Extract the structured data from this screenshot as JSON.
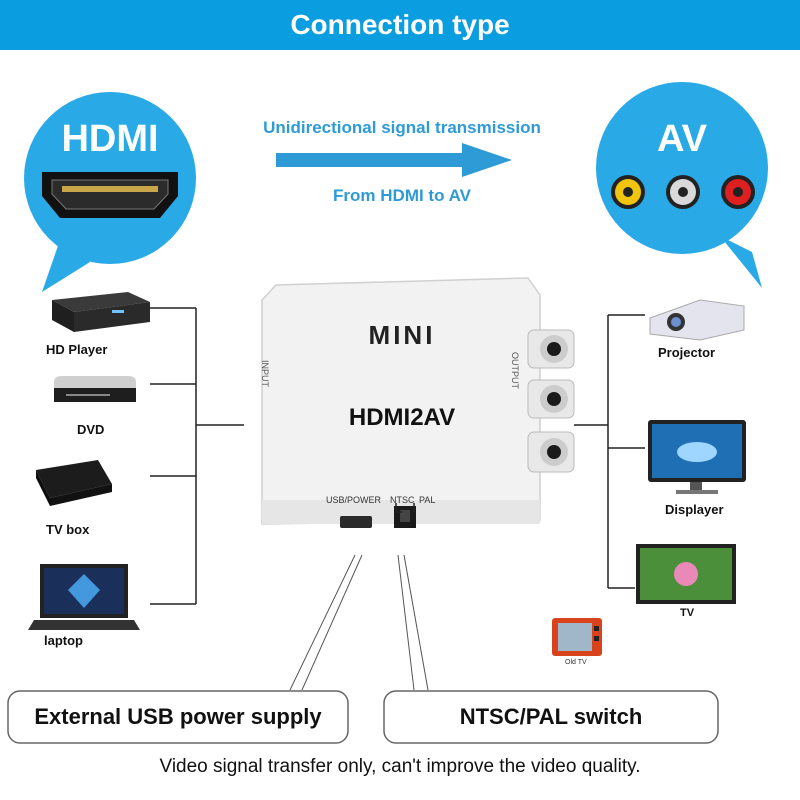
{
  "header": {
    "title": "Connection type"
  },
  "banner": {
    "top_text": "Unidirectional signal transmission",
    "bottom_text": "From HDMI to AV"
  },
  "input_bubble": {
    "label": "HDMI",
    "icon": "hdmi-port-icon"
  },
  "output_bubble": {
    "label": "AV",
    "icon": "rca-jacks-icon",
    "jack_colors": [
      "#f1c40f",
      "#d9d9d9",
      "#e02020"
    ]
  },
  "converter": {
    "brand": "MINI",
    "model": "HDMI2AV",
    "input_label": "INPUT",
    "output_label": "OUTPUT",
    "port_labels": {
      "usb": "USB/POWER",
      "ntsc": "NTSC",
      "pal": "PAL"
    }
  },
  "input_devices": [
    {
      "label": "HD Player",
      "icon": "hd-player-icon"
    },
    {
      "label": "DVD",
      "icon": "dvd-player-icon"
    },
    {
      "label": "TV box",
      "icon": "tv-box-icon"
    },
    {
      "label": "laptop",
      "icon": "laptop-icon"
    }
  ],
  "output_devices": [
    {
      "label": "Projector",
      "icon": "projector-icon"
    },
    {
      "label": "Displayer",
      "icon": "monitor-icon"
    },
    {
      "label": "TV",
      "icon": "tv-icon"
    },
    {
      "label": "Old TV",
      "icon": "old-tv-icon"
    }
  ],
  "callouts": {
    "usb": "External USB power supply",
    "switch": "NTSC/PAL switch"
  },
  "footer_note": "Video signal transfer only, can't improve the video quality.",
  "colors": {
    "accent": "#0a9ee0",
    "bubble": "#29a9e6"
  }
}
